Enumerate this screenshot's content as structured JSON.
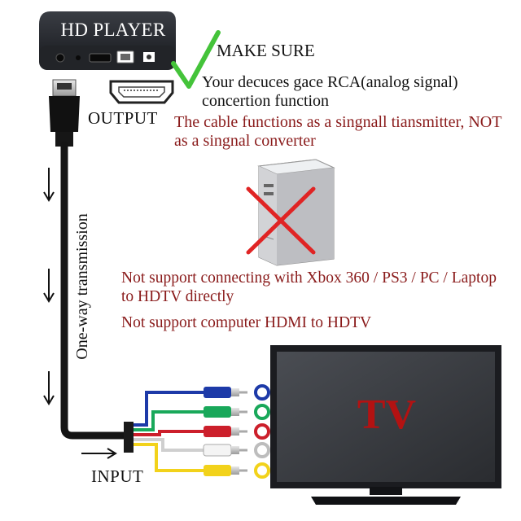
{
  "player": {
    "title": "HD PLAYER"
  },
  "check": {
    "label": "MAKE SURE",
    "icon": "checkmark-icon",
    "color": "#44c33a"
  },
  "notes": {
    "rca_requirement": "Your decuces gace RCA(analog signal) concertion function",
    "cable_function": "The cable functions as a  singnall tiansmitter, NOT as a singnal converter",
    "no_console": "Not support connecting with Xbox 360 / PS3 / PC / Laptop to HDTV directly",
    "no_computer_hdmi": "Not support computer HDMI to HDTV"
  },
  "labels": {
    "output": "OUTPUT",
    "input": "INPUT",
    "one_way": "One-way transmission",
    "tv": "TV"
  },
  "colors": {
    "dark_red_text": "#8a1b1b",
    "tv_text": "#b31212",
    "cross": "#e02424",
    "rca_blue": "#1d3aa8",
    "rca_green": "#19a85a",
    "rca_red": "#cc1f2b",
    "rca_white": "#e8e8e8",
    "rca_yellow": "#f2d21b"
  },
  "icons": [
    "hd-player-box",
    "hdmi-plug-icon",
    "hdmi-port-icon",
    "computer-tower-icon",
    "cross-icon",
    "down-arrow-icon",
    "right-arrow-icon",
    "rca-plug-icon",
    "tv-icon"
  ]
}
